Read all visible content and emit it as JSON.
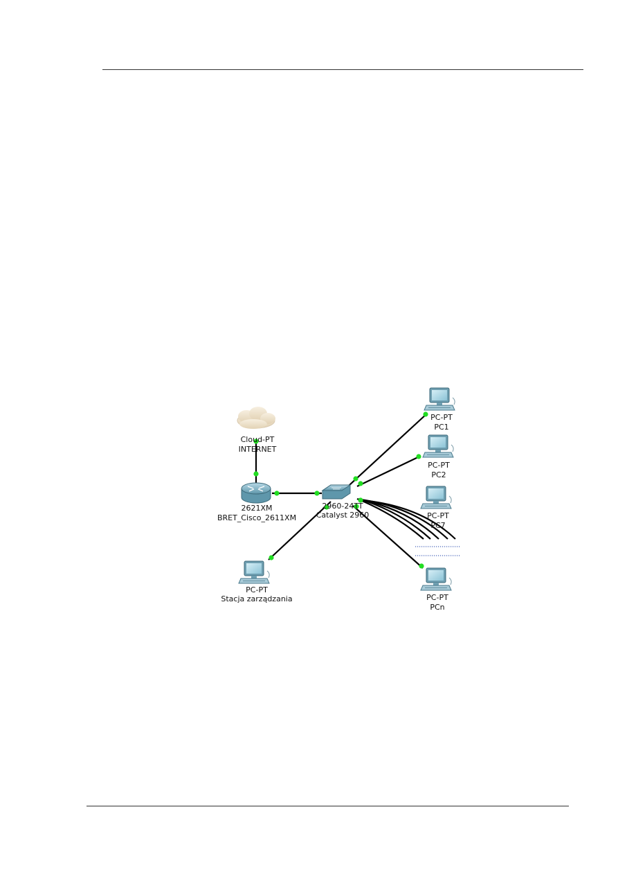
{
  "diagram": {
    "colors": {
      "link": "#000000",
      "port": "#22dd22",
      "device_fill": "#8fbfd1",
      "device_stroke": "#4a7a8c",
      "cloud": "#f1e6d2",
      "dotted": "#1c3fa8"
    },
    "nodes": [
      {
        "id": "cloud",
        "icon": "cloud-icon",
        "type_label": "Cloud-PT",
        "name_label": "INTERNET"
      },
      {
        "id": "router",
        "icon": "router-icon",
        "type_label": "2621XM",
        "name_label": "BRET_Cisco_2611XM"
      },
      {
        "id": "switch",
        "icon": "switch-icon",
        "type_label": "2960-24TT",
        "name_label": "Catalyst 2960"
      },
      {
        "id": "mgmt",
        "icon": "pc-icon",
        "type_label": "PC-PT",
        "name_label": "Stacja zarządzania"
      },
      {
        "id": "pc1",
        "icon": "pc-icon",
        "type_label": "PC-PT",
        "name_label": "PC1"
      },
      {
        "id": "pc2",
        "icon": "pc-icon",
        "type_label": "PC-PT",
        "name_label": "PC2"
      },
      {
        "id": "pc7",
        "icon": "pc-icon",
        "type_label": "PC-PT",
        "name_label": "PC7"
      },
      {
        "id": "pcn",
        "icon": "pc-icon",
        "type_label": "PC-PT",
        "name_label": "PCn"
      }
    ],
    "edges": [
      {
        "from": "cloud",
        "to": "router"
      },
      {
        "from": "router",
        "to": "switch"
      },
      {
        "from": "switch",
        "to": "pc1"
      },
      {
        "from": "switch",
        "to": "pc2"
      },
      {
        "from": "switch",
        "to": "mgmt"
      },
      {
        "from": "switch",
        "to": "pcn"
      },
      {
        "from": "switch",
        "to": "pc7"
      }
    ]
  }
}
